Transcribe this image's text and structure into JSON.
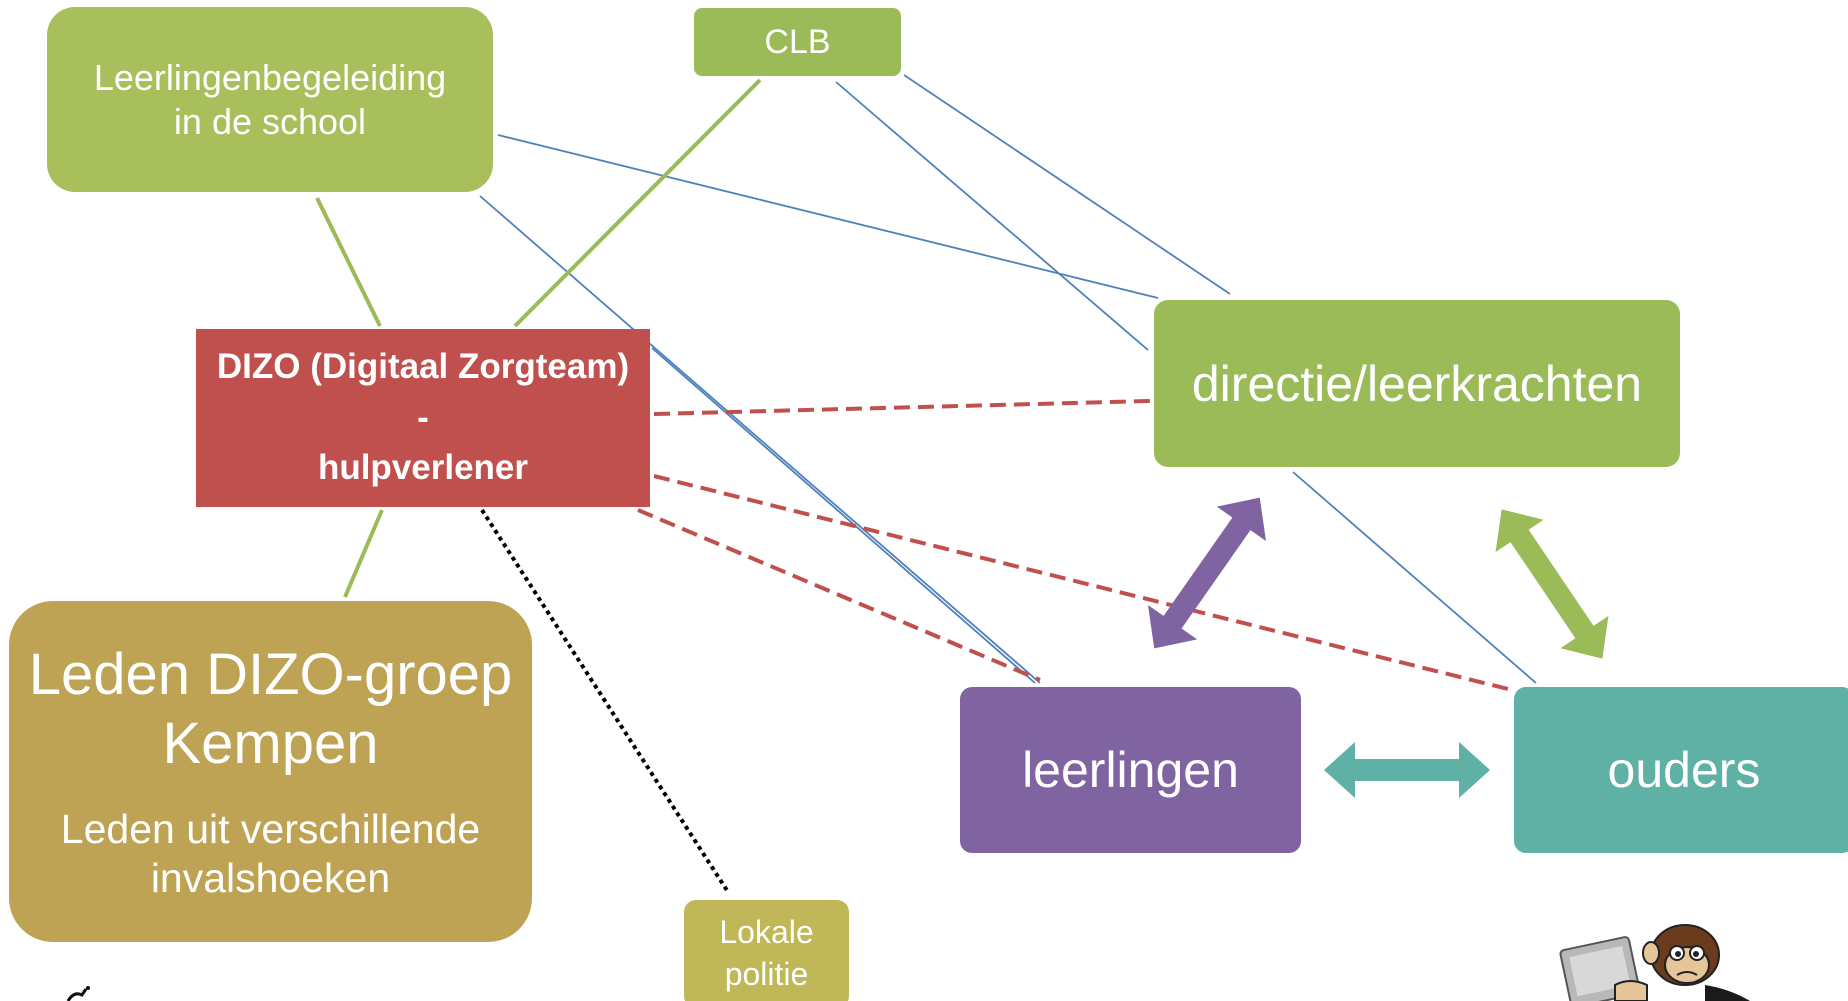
{
  "boxes": {
    "leerlingenbegeleiding": {
      "line1": "Leerlingenbegeleiding",
      "line2": "in de school"
    },
    "clb": {
      "label": "CLB"
    },
    "dizo": {
      "line1": "DIZO (Digitaal Zorgteam)",
      "line2": "-",
      "line3": "hulpverlener"
    },
    "directie": {
      "label": "directie/leerkrachten"
    },
    "leerlingen": {
      "label": "leerlingen"
    },
    "ouders": {
      "label": "ouders"
    },
    "leden": {
      "title_line1": "Leden DIZO-groep",
      "title_line2": "Kempen",
      "sub_line1": "Leden uit verschillende",
      "sub_line2": "invalshoeken"
    },
    "politie": {
      "line1": "Lokale",
      "line2": "politie"
    }
  },
  "colors": {
    "green_box": "#9bbb59",
    "olive_box": "#a8bf5b",
    "red_box": "#c0504d",
    "purple_box": "#8064a2",
    "teal_box": "#5fb0a5",
    "gold_box": "#bda353",
    "thin_connector": "#4f81bd",
    "green_connector": "#9bbb59",
    "dashed_connector": "#c0504d",
    "dotted_connector": "#000000"
  },
  "icons": [
    "cartoon-monkey-with-laptop-icon",
    "corner-figure-icon"
  ]
}
